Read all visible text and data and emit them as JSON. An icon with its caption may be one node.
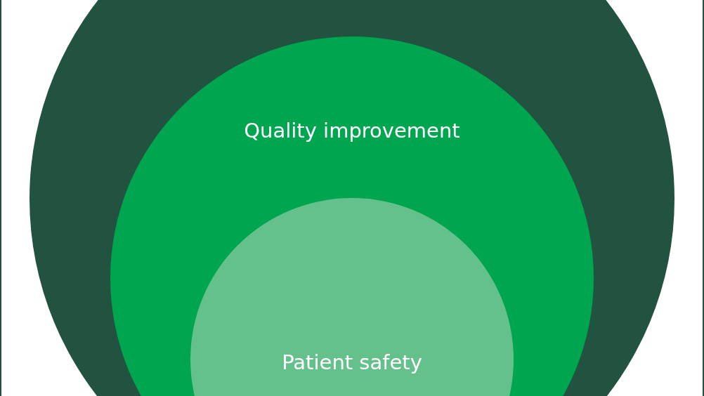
{
  "diagram": {
    "nodes": [
      {
        "text": [],
        "shape": "circle"
      },
      {
        "text": [
          "Quality improvement"
        ],
        "in": 0
      },
      {
        "text": [
          "Patient safety"
        ],
        "in": 1
      }
    ]
  }
}
